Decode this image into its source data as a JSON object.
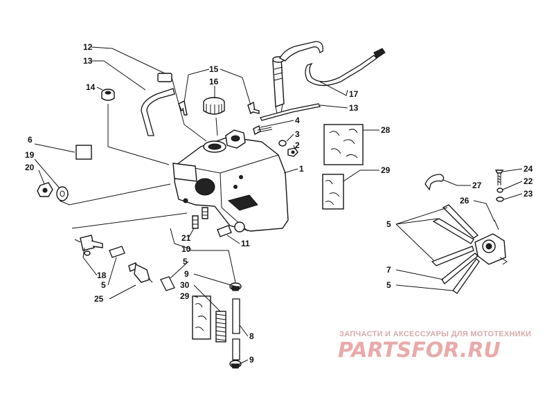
{
  "callouts": {
    "c1": "1",
    "c2": "2",
    "c3": "3",
    "c4": "4",
    "c5a": "5",
    "c5b": "5",
    "c5c": "5",
    "c5d": "5",
    "c6": "6",
    "c7": "7",
    "c8": "8",
    "c9a": "9",
    "c9b": "9",
    "c10": "10",
    "c11": "11",
    "c12": "12",
    "c13a": "13",
    "c13b": "13",
    "c14": "14",
    "c15": "15",
    "c16": "16",
    "c17": "17",
    "c18": "18",
    "c19": "19",
    "c20": "20",
    "c21": "21",
    "c22": "22",
    "c23": "23",
    "c24": "24",
    "c25": "25",
    "c26": "26",
    "c27": "27",
    "c28": "28",
    "c29a": "29",
    "c29b": "29",
    "c30": "30"
  },
  "watermark": {
    "tagline": "ЗАПЧАСТИ И АКСЕССУАРЫ ДЛЯ МОТОТЕХНИКИ",
    "logo": "PARTSFOR.RU"
  },
  "colors": {
    "line": "#111111",
    "watermark": "#e9aaaa"
  }
}
